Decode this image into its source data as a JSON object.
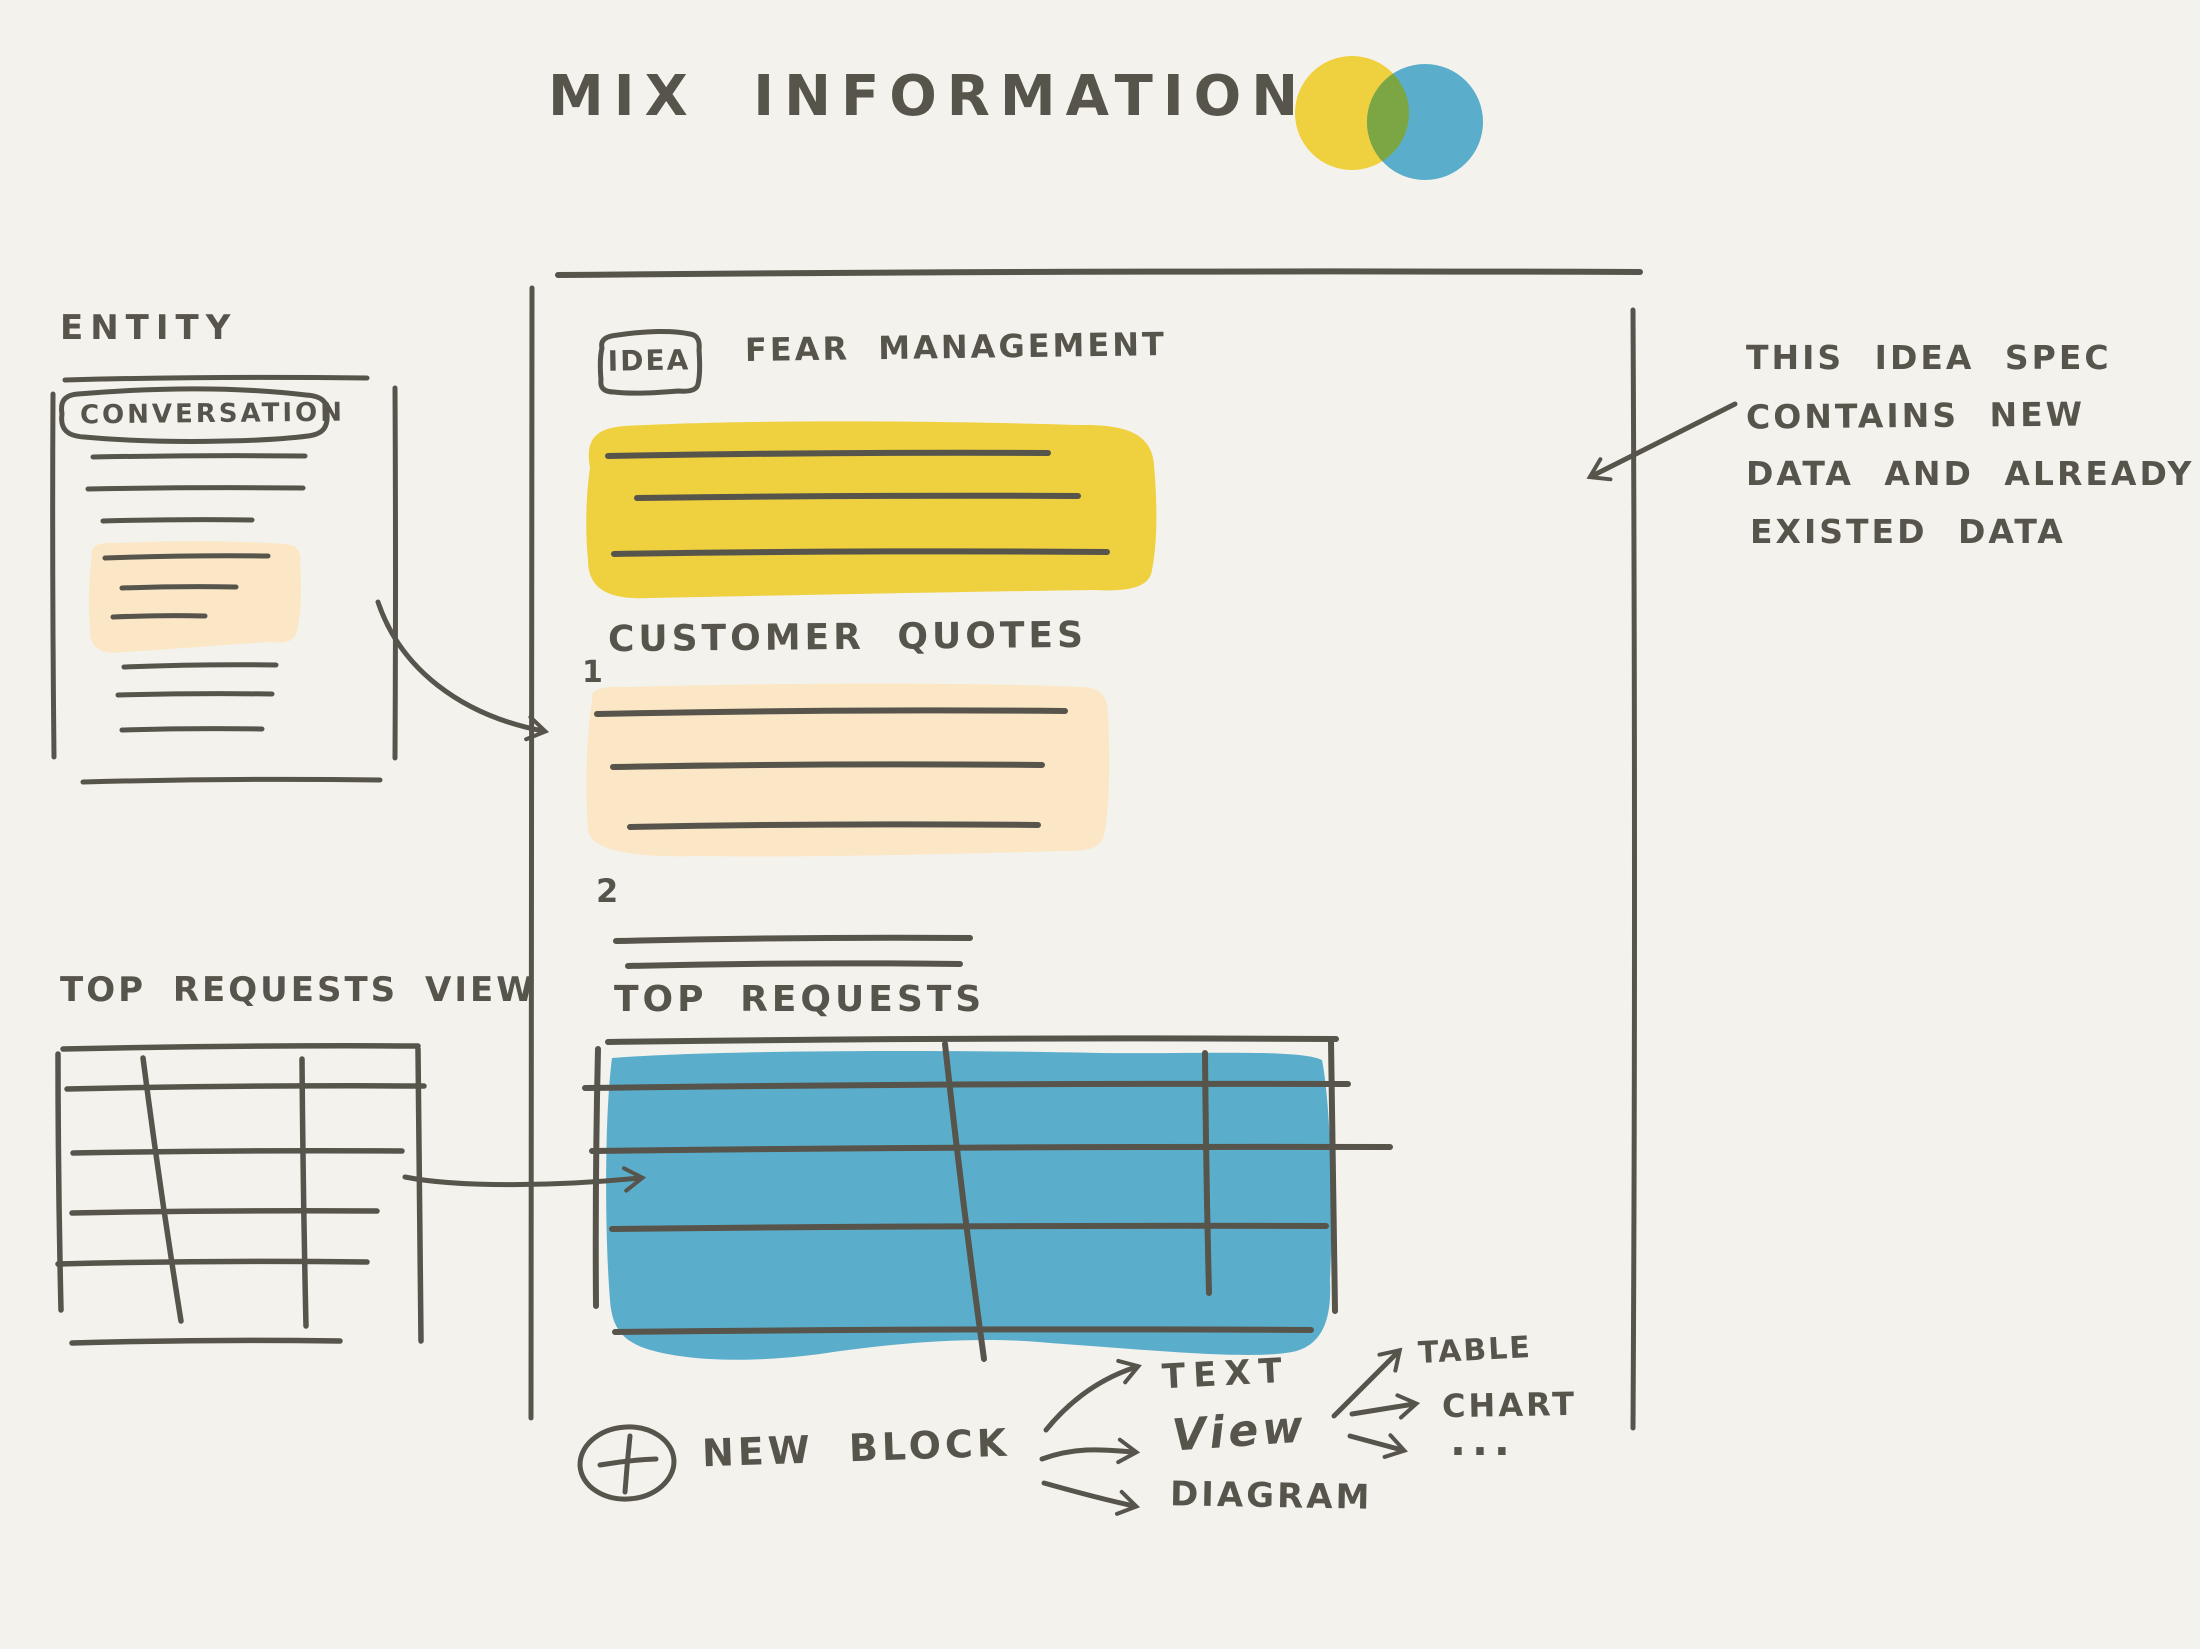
{
  "title": "MIX INFORMATION",
  "colors": {
    "background": "#F4F2ED",
    "ink": "#57544B",
    "yellow": "#EFD03E",
    "peach": "#FBE7C6",
    "blue": "#5BAECB",
    "overlap_green": "#7BA643"
  },
  "entity": {
    "label": "ENTITY",
    "card_title": "CONVERSATION"
  },
  "idea_spec": {
    "badge": "IDEA",
    "title": "FEAR MANAGEMENT",
    "quotes": {
      "heading": "CUSTOMER QUOTES",
      "items": [
        {
          "number": "1",
          "highlighted": true
        },
        {
          "number": "2",
          "highlighted": false
        }
      ]
    },
    "top_requests": {
      "heading": "TOP REQUESTS"
    }
  },
  "view": {
    "label": "TOP REQUESTS VIEW"
  },
  "annotation": {
    "lines": [
      "THIS IDEA SPEC",
      "CONTAINS NEW",
      "DATA AND ALREADY",
      "EXISTED DATA"
    ]
  },
  "new_block": {
    "label": "NEW BLOCK",
    "options": [
      "TEXT",
      "View",
      "DIAGRAM"
    ],
    "view_options": [
      "TABLE",
      "CHART",
      "..."
    ]
  }
}
